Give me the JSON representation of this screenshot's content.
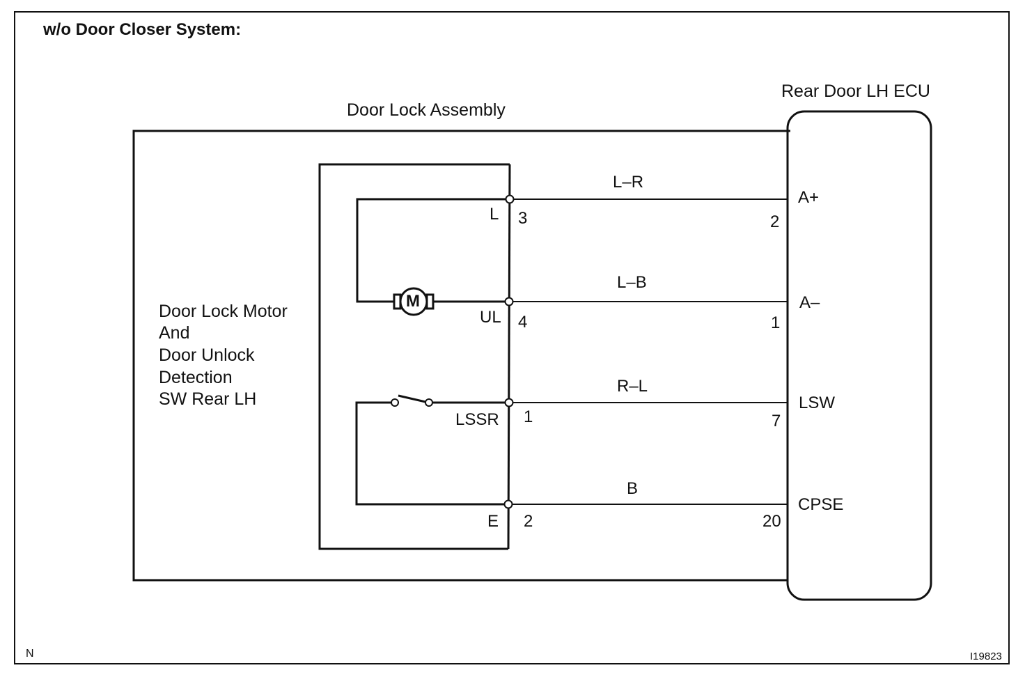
{
  "title": "w/o Door Closer System:",
  "components": {
    "door_lock_assembly": "Door Lock Assembly",
    "ecu": "Rear Door LH ECU",
    "motor_label_lines": [
      "Door Lock Motor",
      "And",
      "Door Unlock",
      "Detection",
      "SW Rear LH"
    ],
    "motor_symbol": "M"
  },
  "connections": [
    {
      "assembly_terminal": "L",
      "assembly_pin": "3",
      "wire_color": "L–R",
      "ecu_pin": "2",
      "ecu_terminal": "A+"
    },
    {
      "assembly_terminal": "UL",
      "assembly_pin": "4",
      "wire_color": "L–B",
      "ecu_pin": "1",
      "ecu_terminal": "A–"
    },
    {
      "assembly_terminal": "LSSR",
      "assembly_pin": "1",
      "wire_color": "R–L",
      "ecu_pin": "7",
      "ecu_terminal": "LSW"
    },
    {
      "assembly_terminal": "E",
      "assembly_pin": "2",
      "wire_color": "B",
      "ecu_pin": "20",
      "ecu_terminal": "CPSE"
    }
  ],
  "footer": {
    "left_mark": "N",
    "figure_id": "I19823"
  }
}
